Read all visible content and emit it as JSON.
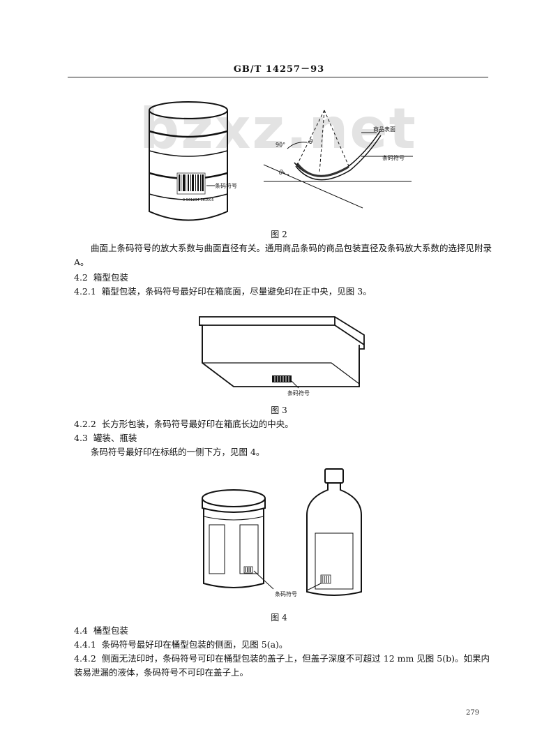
{
  "header": {
    "standard_no": "GB/T 14257－93"
  },
  "watermark": "bzxz.net",
  "figure2": {
    "caption": "图 2",
    "label_barcode": "条码符号",
    "label_surface": "商品表面",
    "label_symbol": "条码符号",
    "angle_90": "90°",
    "theta": "θ",
    "barcode_digits": "9 561234 561005"
  },
  "para_fig2": "曲面上条码符号的放大系数与曲面直径有关。通用商品条码的商品包装直径及条码放大系数的选择见附录 A。",
  "sec_4_2": {
    "num": "4.2",
    "title": "箱型包装"
  },
  "sec_4_2_1": {
    "num": "4.2.1",
    "text": "箱型包装，条码符号最好印在箱底面，尽量避免印在正中央，见图 3。"
  },
  "figure3": {
    "caption": "图 3",
    "label": "条码符号"
  },
  "sec_4_2_2": {
    "num": "4.2.2",
    "text": "长方形包装，条码符号最好印在箱底长边的中央。"
  },
  "sec_4_3": {
    "num": "4.3",
    "title": "罐装、瓶装"
  },
  "para_4_3": "条码符号最好印在标纸的一侧下方，见图 4。",
  "figure4": {
    "caption": "图 4",
    "label": "条码符号"
  },
  "sec_4_4": {
    "num": "4.4",
    "title": "桶型包装"
  },
  "sec_4_4_1": {
    "num": "4.4.1",
    "text": "条码符号最好印在桶型包装的侧面，见图 5(a)。"
  },
  "sec_4_4_2": {
    "num": "4.4.2",
    "text": "侧面无法印时，条码符号可印在桶型包装的盖子上，但盖子深度不可超过 12 mm 见图 5(b)。如果内装易泄漏的液体，条码符号不可印在盖子上。"
  },
  "page_number": "279"
}
